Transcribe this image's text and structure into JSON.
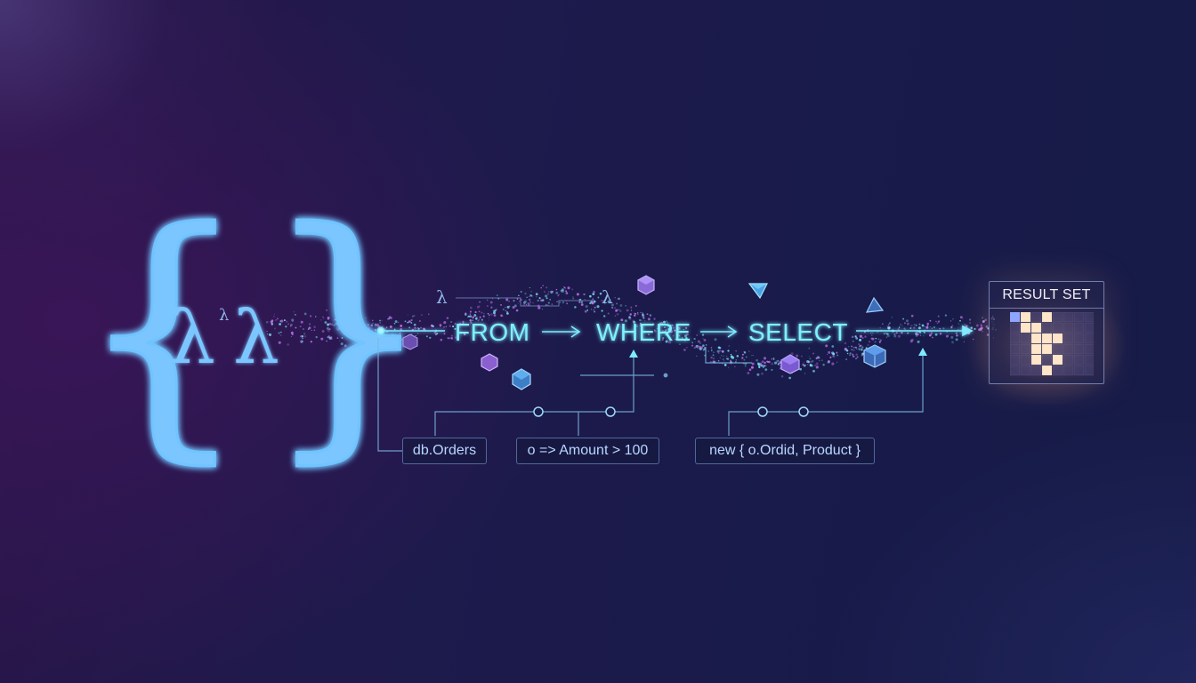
{
  "diagram": {
    "braces": {
      "open": "{",
      "close": "}"
    },
    "lambdas": {
      "big_left": "λ",
      "small_superscript": "λ",
      "big_right": "λ",
      "floating_left": "λ",
      "floating_right": "λ"
    },
    "pipeline": {
      "stages": [
        "FROM",
        "WHERE",
        "SELECT"
      ],
      "arrow": "→"
    },
    "code_boxes": {
      "source": "db.Orders",
      "predicate": "o => Amount > 100",
      "projection": "new { o.Ordid, Product }"
    },
    "result": {
      "title": "RESULT SET",
      "lit_cells": [
        [
          0,
          0
        ],
        [
          1,
          0
        ],
        [
          3,
          0
        ],
        [
          1,
          1
        ],
        [
          2,
          1
        ],
        [
          2,
          2
        ],
        [
          3,
          2
        ],
        [
          4,
          2
        ],
        [
          2,
          3
        ],
        [
          3,
          3
        ],
        [
          2,
          4
        ],
        [
          4,
          4
        ],
        [
          3,
          5
        ]
      ]
    },
    "colors": {
      "neon_cyan": "#7ff0ff",
      "brace_blue": "#6fc4ff",
      "particle_pink": "#d27bff",
      "cube_violet": "#9a8cff",
      "result_glow": "#ffd8a8"
    }
  }
}
